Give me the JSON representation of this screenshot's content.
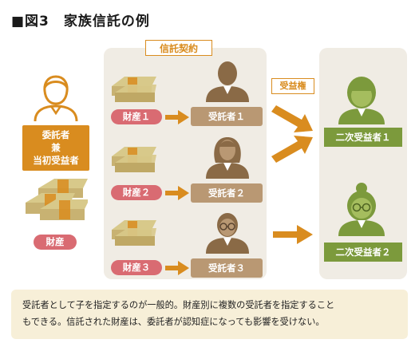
{
  "title": "■図3　家族信託の例",
  "contract_label": "信託契約",
  "beneficial_right_label": "受益権",
  "settlor": {
    "line1": "委託者",
    "line2": "兼",
    "line3": "当初受益者"
  },
  "settlor_assets_label": "財産",
  "rows": [
    {
      "asset_label": "財産１",
      "trustee_label": "受託者１"
    },
    {
      "asset_label": "財産２",
      "trustee_label": "受託者２"
    },
    {
      "asset_label": "財産３",
      "trustee_label": "受託者３"
    }
  ],
  "secondary_beneficiaries": [
    {
      "label": "二次受益者１"
    },
    {
      "label": "二次受益者２"
    }
  ],
  "note": {
    "line1": "受託者として子を指定するのが一般的。財産別に複数の受託者を指定すること",
    "line2": "もできる。信託された財産は、委託者が認知症になっても影響を受けない。"
  },
  "colors": {
    "orange": "#d98c1f",
    "brown": "#8a6a46",
    "tan": "#b99873",
    "green": "#7c9a3c",
    "red": "#d96b72",
    "panel": "#f0ece4"
  }
}
